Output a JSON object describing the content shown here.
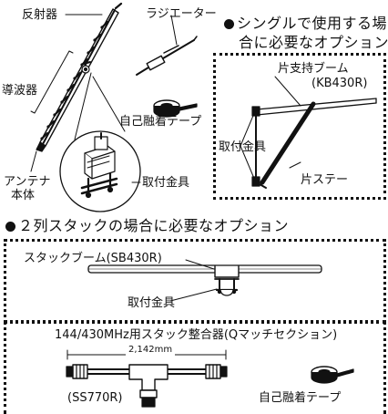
{
  "top": {
    "reflector": "反射器",
    "director": "導波器",
    "radiator": "ラジエーター",
    "antenna_body_line1": "アンテナ",
    "antenna_body_line2": "本体",
    "tape": "自己融着テープ",
    "mount": "取付金具"
  },
  "single": {
    "heading_line1": "シングルで使用する場",
    "heading_line2": "合に必要なオプション",
    "boom_label": "片支持ブーム",
    "boom_model": "(KB430R)",
    "mount": "取付金具",
    "stay": "片ステー"
  },
  "stack": {
    "heading": "２列スタックの場合に必要なオプション",
    "boom_label": "スタックブーム(SB430R)",
    "mount": "取付金具"
  },
  "matcher": {
    "title": "144/430MHz用スタック整合器(Qマッチセクション)",
    "dimension": "2,142mm",
    "model": "(SS770R)",
    "tape": "自己融着テープ"
  }
}
